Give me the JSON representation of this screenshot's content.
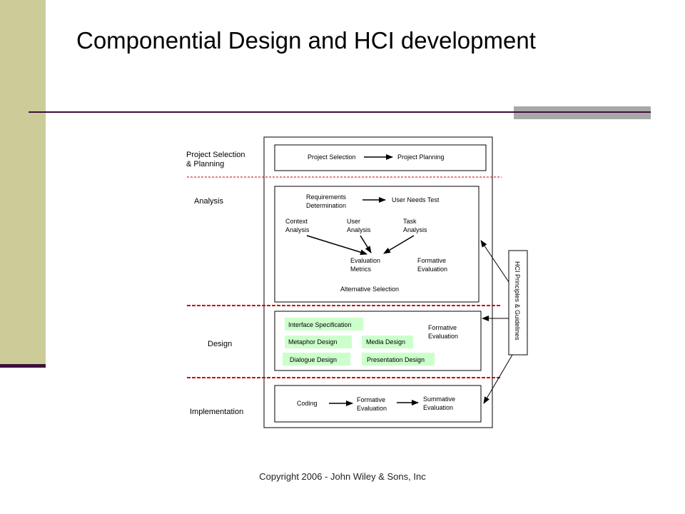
{
  "slide": {
    "title": "Componential Design and HCI development",
    "footer": "Copyright 2006 - John Wiley & Sons, Inc"
  },
  "diagram": {
    "stages": {
      "planning": [
        "Project Selection",
        "& Planning"
      ],
      "analysis": "Analysis",
      "design": "Design",
      "implementation": "Implementation"
    },
    "nodes": {
      "project_selection": "Project Selection",
      "project_planning": "Project Planning",
      "requirements_determination": [
        "Requirements",
        "Determination"
      ],
      "user_needs_test": "User Needs Test",
      "context_analysis": [
        "Context",
        "Analysis"
      ],
      "user_analysis": [
        "User",
        "Analysis"
      ],
      "task_analysis": [
        "Task",
        "Analysis"
      ],
      "evaluation_metrics": [
        "Evaluation",
        "Metrics"
      ],
      "formative_evaluation_analysis": [
        "Formative",
        "Evaluation"
      ],
      "alternative_selection": "Alternative Selection",
      "interface_specification": "Interface Specification",
      "metaphor_design": "Metaphor Design",
      "media_design": "Media Design",
      "dialogue_design": "Dialogue Design",
      "presentation_design": "Presentation Design",
      "formative_evaluation_design": [
        "Formative",
        "Evaluation"
      ],
      "coding": "Coding",
      "formative_evaluation_impl": [
        "Formative",
        "Evaluation"
      ],
      "summative_evaluation": [
        "Summative",
        "Evaluation"
      ]
    },
    "side_label": "HCI Principles & Guidelines",
    "colors": {
      "highlight": "#ccffcc",
      "separator": "#cc0000",
      "accent": "#3d0f3d",
      "left_band": "#cccc99"
    }
  }
}
